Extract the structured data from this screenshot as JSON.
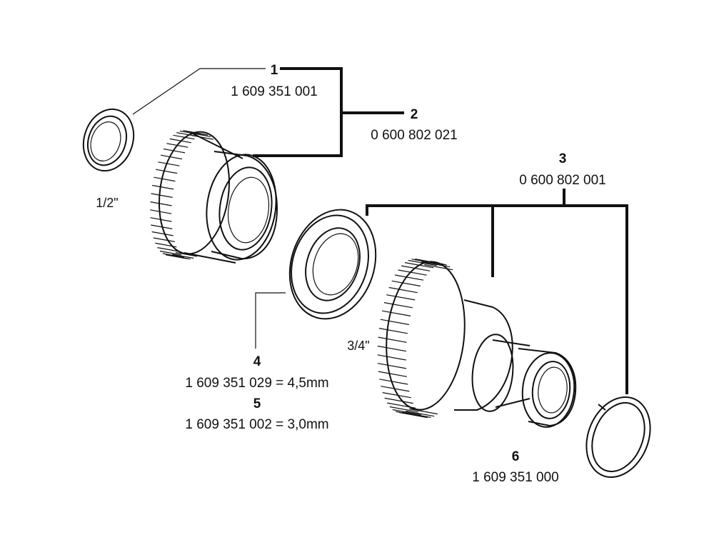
{
  "parts": [
    {
      "number": "1",
      "part_number": "1 609 351 001"
    },
    {
      "number": "2",
      "part_number": "0 600 802 021"
    },
    {
      "number": "3",
      "part_number": "0 600 802 001"
    },
    {
      "number": "4",
      "part_number": "1 609 351 029 = 4,5mm"
    },
    {
      "number": "5",
      "part_number": "1 609 351 002 = 3,0mm"
    },
    {
      "number": "6",
      "part_number": "1 609 351 000"
    }
  ],
  "sizes": {
    "half_inch": "1/2\"",
    "three_quarter_inch": "3/4\""
  }
}
